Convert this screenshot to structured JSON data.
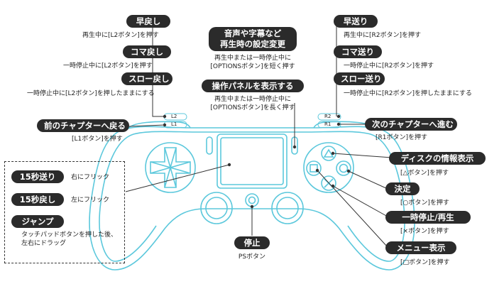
{
  "left": {
    "rewind": {
      "label": "早戻し",
      "desc": "再生中に[L2ボタン]を押す"
    },
    "frame_back": {
      "label": "コマ戻し",
      "desc": "一時停止中に[L2ボタン]を押す"
    },
    "slow_back": {
      "label": "スロー戻し",
      "desc": "一時停止中に[L2ボタン]を押したままにする"
    },
    "prev_chapter": {
      "label": "前のチャプターへ戻る",
      "desc": "[L1ボタン]を押す"
    },
    "l2": "L2",
    "l1": "L1"
  },
  "center": {
    "audio_settings": {
      "label_line1": "音声や字幕など",
      "label_line2": "再生時の設定変更",
      "desc_line1": "再生中または一時停止中に",
      "desc_line2": "[OPTIONSボタン]を短く押す"
    },
    "control_panel": {
      "label": "操作パネルを表示する",
      "desc_line1": "再生中または一時停止中に",
      "desc_line2": "[OPTIONSボタン]を長く押す"
    },
    "stop": {
      "label": "停止",
      "desc": "PSボタン"
    }
  },
  "right": {
    "fast_forward": {
      "label": "早送り",
      "desc": "再生中に[R2ボタン]を押す"
    },
    "frame_forward": {
      "label": "コマ送り",
      "desc": "一時停止中に[R2ボタン]を押す"
    },
    "slow_forward": {
      "label": "スロー送り",
      "desc": "一時停止中に[R2ボタン]を押したままにする"
    },
    "next_chapter": {
      "label": "次のチャプターへ進む",
      "desc": "[R1ボタン]を押す"
    },
    "r2": "R2",
    "r1": "R1",
    "disc_info": {
      "label": "ディスクの情報表示",
      "desc": "[△ボタン]を押す"
    },
    "confirm": {
      "label": "決定",
      "desc": "[○ボタン]を押す"
    },
    "pause_play": {
      "label": "一時停止/再生",
      "desc": "[×ボタン]を押す"
    },
    "menu": {
      "label": "メニュー表示",
      "desc": "[□ボタン]を押す"
    }
  },
  "touchpad_panel": {
    "skip15": {
      "label": "15秒送り",
      "desc": "右にフリック"
    },
    "back15": {
      "label": "15秒戻し",
      "desc": "左にフリック"
    },
    "jump": {
      "label": "ジャンプ",
      "desc_line1": "タッチパッドボタンを押した後、",
      "desc_line2": "左右にドラッグ"
    }
  },
  "colors": {
    "controller_outline": "#5cc8dc",
    "pill_bg": "#2b2b2b",
    "line": "#333333"
  }
}
